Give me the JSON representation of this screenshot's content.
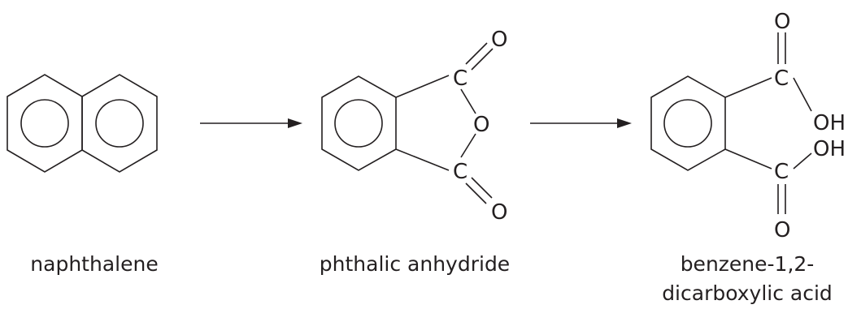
{
  "colors": {
    "ink": "#231f20",
    "background": "#ffffff"
  },
  "compounds": [
    {
      "id": "naphthalene",
      "name": "naphthalene"
    },
    {
      "id": "phthalic-anhydride",
      "name": "phthalic anhydride"
    },
    {
      "id": "benzenedicarboxylic-acid",
      "name_line1": "benzene-1,2-",
      "name_line2": "dicarboxylic acid"
    }
  ],
  "atoms": {
    "carbon": "C",
    "oxygen": "O",
    "hydroxyl": "OH"
  },
  "arrows": [
    {
      "name": "arrow-1",
      "from": "naphthalene",
      "to": "phthalic-anhydride"
    },
    {
      "name": "arrow-2",
      "from": "phthalic-anhydride",
      "to": "benzenedicarboxylic-acid"
    }
  ]
}
